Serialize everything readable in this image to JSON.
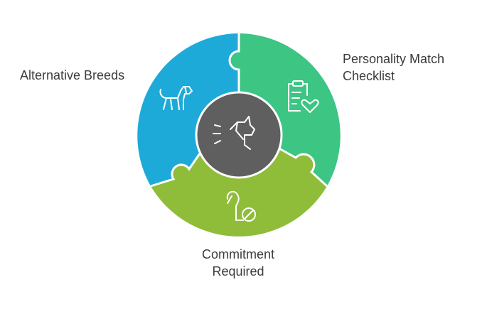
{
  "segments": [
    {
      "id": "alternative-breeds",
      "lines": [
        "Alternative Breeds"
      ],
      "color": "#1eaad8",
      "icon": "walking-dog-icon"
    },
    {
      "id": "personality-match",
      "lines": [
        "Personality Match",
        "Checklist"
      ],
      "color": "#3dc584",
      "icon": "clipboard-heart-icon"
    },
    {
      "id": "commitment",
      "lines": [
        "Commitment",
        "Required"
      ],
      "color": "#8fbd3a",
      "icon": "dog-with-pill-icon"
    }
  ],
  "center": {
    "color": "#5f5f5f",
    "icon": "barking-dog-icon"
  },
  "colors": {
    "text": "#3b3b3b",
    "background": "#ffffff"
  }
}
